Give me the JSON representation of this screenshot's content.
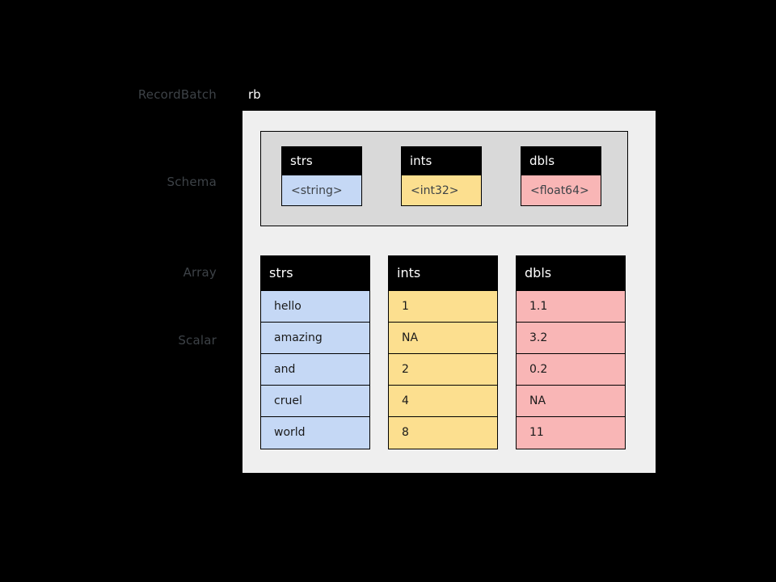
{
  "labels": {
    "recordbatch": "RecordBatch",
    "schema": "Schema",
    "array": "Array",
    "scalar": "Scalar"
  },
  "variable_name": "rb",
  "colors": {
    "background": "#000000",
    "recordbatch_fill": "#efefef",
    "schema_fill": "#d9d9d9",
    "string_fill": "#c5d8f5",
    "int_fill": "#fcdf8f",
    "double_fill": "#f9b6b6",
    "header_fill": "#000000",
    "label_text": "#3d4247"
  },
  "schema": {
    "fields": [
      {
        "name": "strs",
        "type": "<string>",
        "kind": "t-str"
      },
      {
        "name": "ints",
        "type": "<int32>",
        "kind": "t-int"
      },
      {
        "name": "dbls",
        "type": "<float64>",
        "kind": "t-dbl"
      }
    ]
  },
  "arrays": [
    {
      "name": "strs",
      "kind": "col-str",
      "values": [
        "hello",
        "amazing",
        "and",
        "cruel",
        "world"
      ]
    },
    {
      "name": "ints",
      "kind": "col-int",
      "values": [
        "1",
        "NA",
        "2",
        "4",
        "8"
      ]
    },
    {
      "name": "dbls",
      "kind": "col-dbl",
      "values": [
        "1.1",
        "3.2",
        "0.2",
        "NA",
        "11"
      ]
    }
  ]
}
